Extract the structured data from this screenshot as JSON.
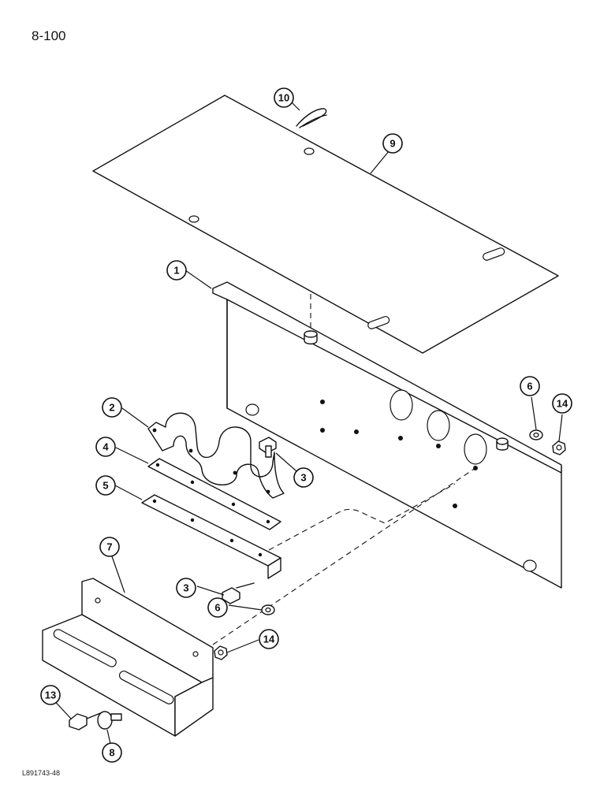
{
  "page_number": "8-100",
  "drawing_code": "L891743-48",
  "callouts": [
    "10",
    "9",
    "1",
    "6",
    "14",
    "2",
    "3",
    "4",
    "5",
    "7",
    "3",
    "6",
    "14",
    "13",
    "8"
  ],
  "parts": [
    {
      "name": "cover-plate",
      "callout": "9"
    },
    {
      "name": "r-clip",
      "callout": "10"
    },
    {
      "name": "mounting-bracket-panel",
      "callout": "1"
    },
    {
      "name": "triple-clamp",
      "callout": "2"
    },
    {
      "name": "spacer-strip",
      "callout": "4"
    },
    {
      "name": "angle-strip",
      "callout": "5"
    },
    {
      "name": "angle-bracket",
      "callout": "7"
    },
    {
      "name": "cap-screw",
      "callout": "3"
    },
    {
      "name": "flange-nut",
      "callout": "6"
    },
    {
      "name": "lock-nut",
      "callout": "14"
    },
    {
      "name": "hex-bolt",
      "callout": "13"
    },
    {
      "name": "carriage-bolt",
      "callout": "8"
    }
  ]
}
